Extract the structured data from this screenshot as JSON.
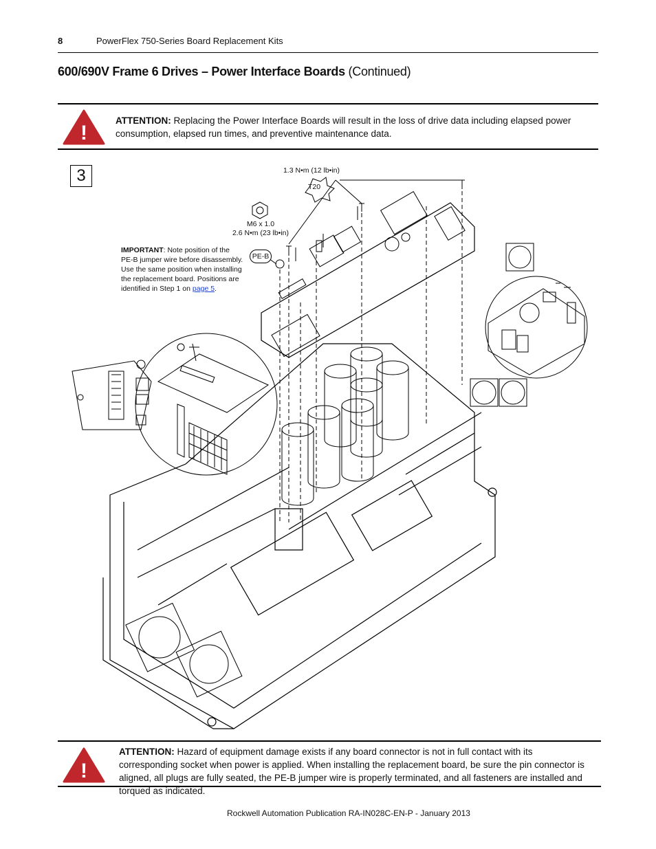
{
  "header": {
    "page_number": "8",
    "title": "PowerFlex 750-Series Board Replacement Kits"
  },
  "section": {
    "title": "600/690V Frame 6 Drives – Power Interface Boards",
    "suffix": "(Continued)"
  },
  "attention_top": {
    "label": "ATTENTION:",
    "text": "Replacing the Power Interface Boards will result in the loss of drive data including elapsed power consumption, elapsed run times, and preventive maintenance data."
  },
  "step": {
    "number": "3"
  },
  "callouts": {
    "torque_t20": "1.3 N•m (12 lb•in)",
    "t20_badge": "T20",
    "nut_size": "M6 x 1.0",
    "nut_torque": "2.6 N•m (23 lb•in)",
    "pe_b_badge": "PE-B",
    "important_label": "IMPORTANT",
    "important_text": ": Note position of the PE-B jumper wire before disassembly. Use the same position when installing the replacement board. Positions are identified in Step 1 on ",
    "important_link": "page 5",
    "important_end": "."
  },
  "attention_bottom": {
    "label": "ATTENTION:",
    "text": "Hazard of equipment damage exists if any board connector is not in full contact with its corresponding socket when power is applied. When installing the replacement board, be sure the pin connector is aligned, all plugs are fully seated, the PE-B jumper wire is properly terminated, and all fasteners are installed and torqued as indicated."
  },
  "footer": {
    "publication": "Rockwell Automation Publication RA-IN028C-EN-P - January 2013"
  },
  "colors": {
    "warning_red": "#c0272d",
    "link_blue": "#1a3fd1"
  },
  "icons": [
    "warning-triangle-icon",
    "warning-triangle-icon"
  ]
}
